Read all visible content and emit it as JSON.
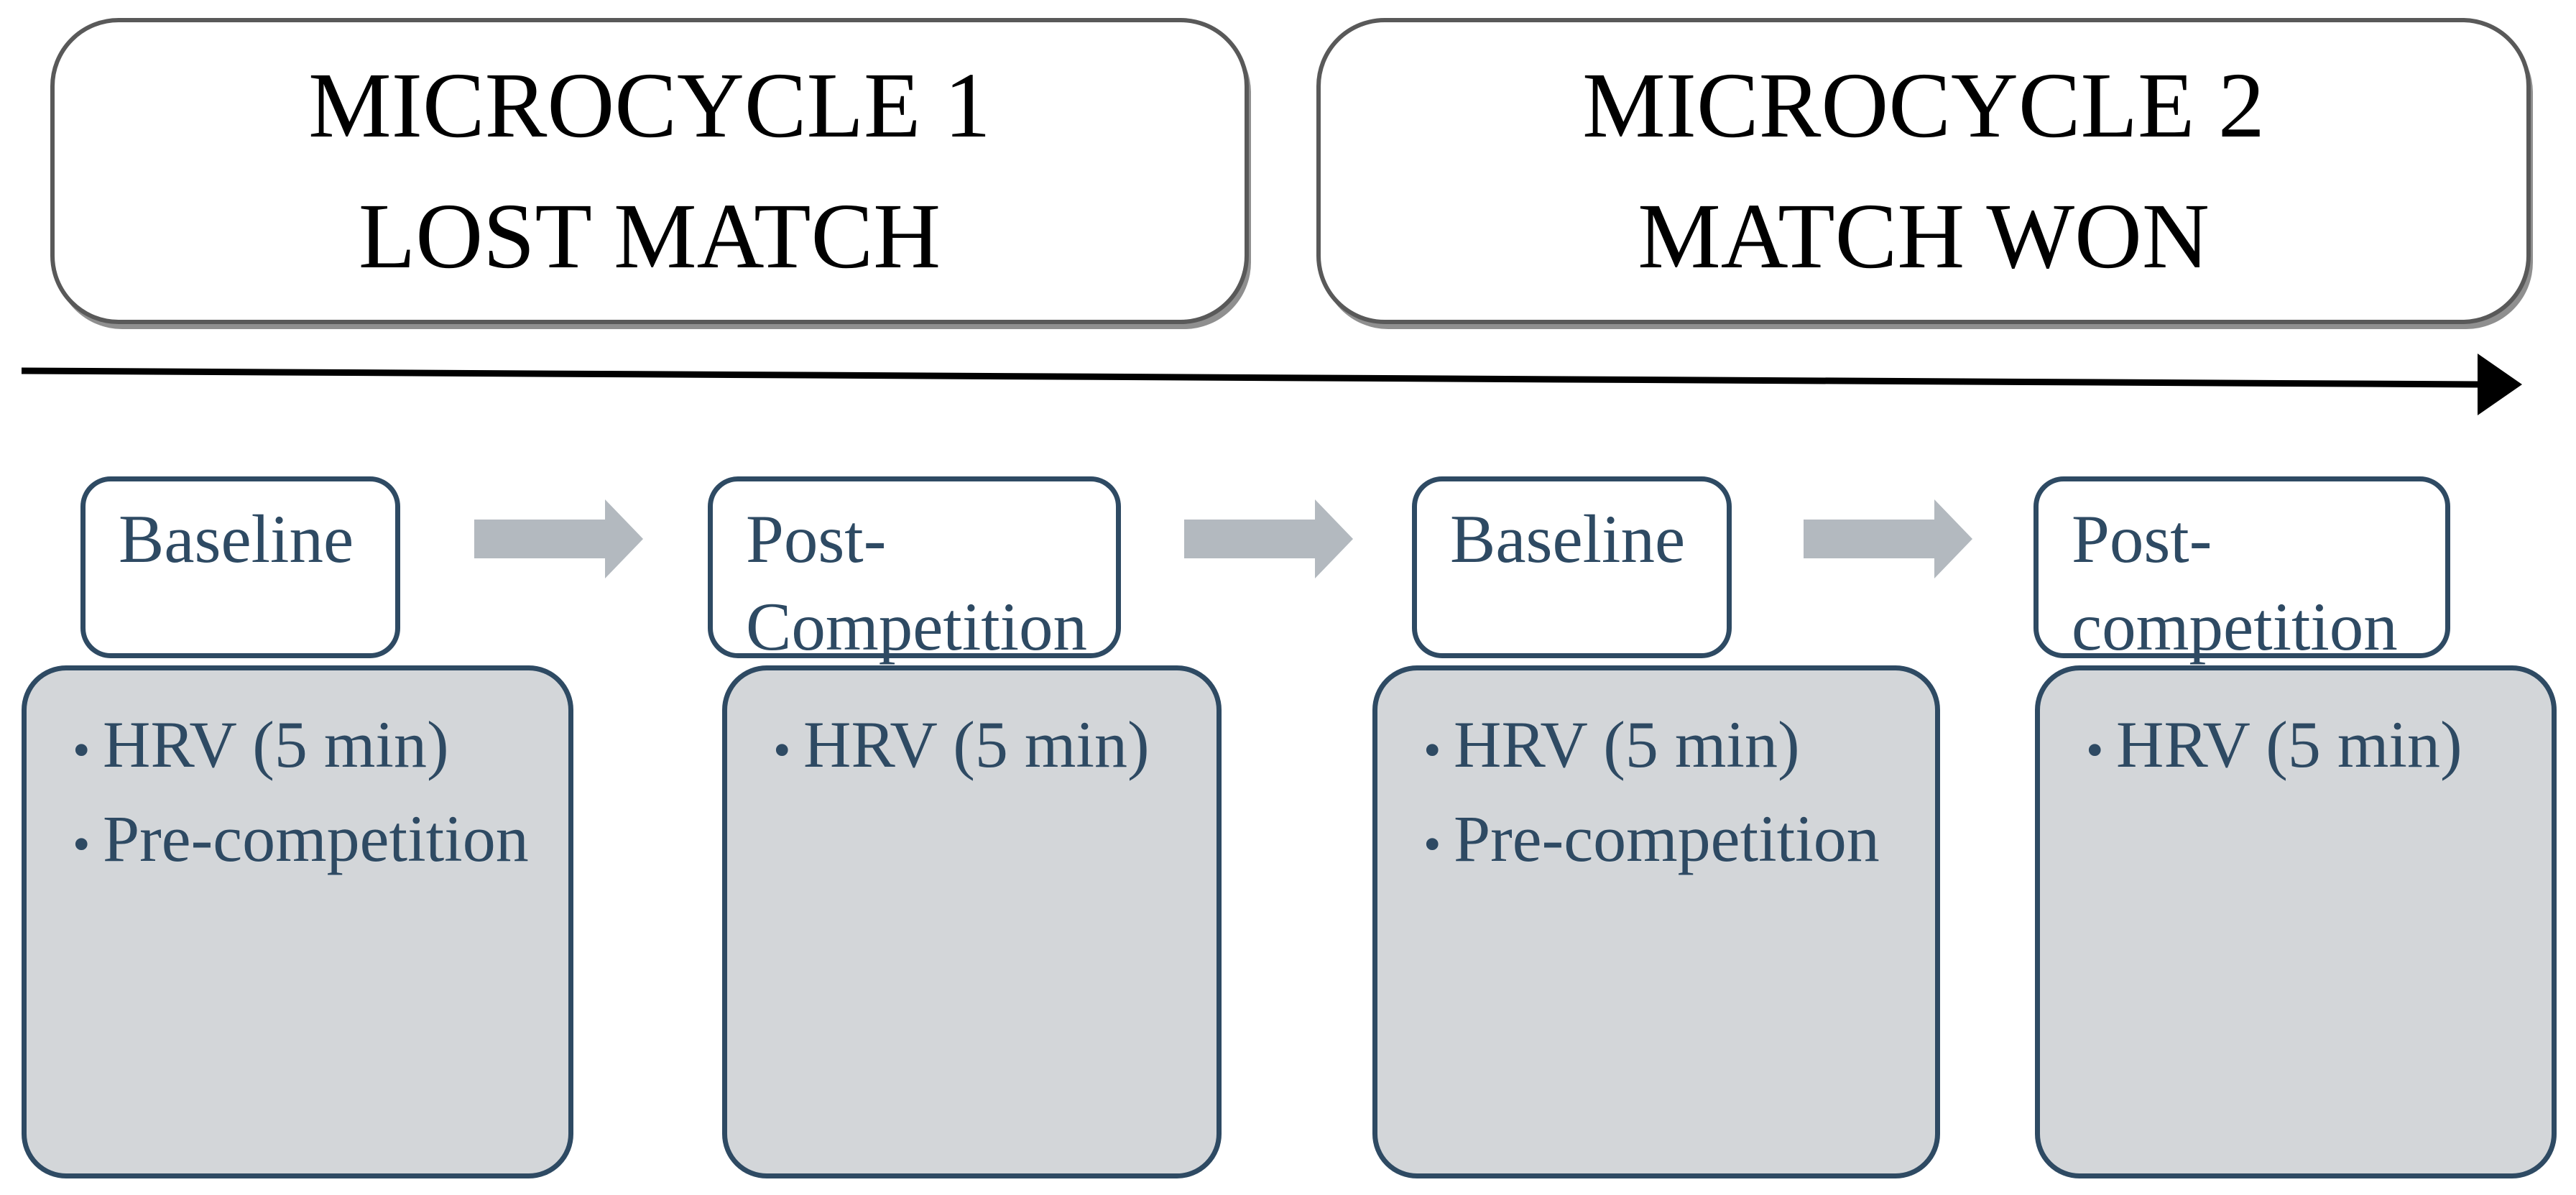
{
  "figure": {
    "microcycle_boxes": [
      {
        "line1": "MICROCYCLE 1",
        "line2": "LOST MATCH"
      },
      {
        "line1": "MICROCYCLE 2",
        "line2": "MATCH WON"
      }
    ],
    "columns": [
      {
        "label": "Baseline",
        "bullets": [
          "HRV (5 min)",
          "Pre-competition"
        ]
      },
      {
        "label": "Post-Competition",
        "bullets": [
          "HRV (5 min)"
        ]
      },
      {
        "label": "Baseline",
        "bullets": [
          "HRV (5 min)",
          "Pre-competition"
        ]
      },
      {
        "label": "Post-competition",
        "bullets": [
          "HRV (5 min)"
        ]
      }
    ],
    "bullet_char": "•",
    "colors": {
      "navy": "#2e4a63",
      "gray_box_fill": "#d3d6d9",
      "block_arrow_gray": "#b3b9bf",
      "title_box_border": "#595959",
      "timeline_arrow": "#000000"
    }
  }
}
